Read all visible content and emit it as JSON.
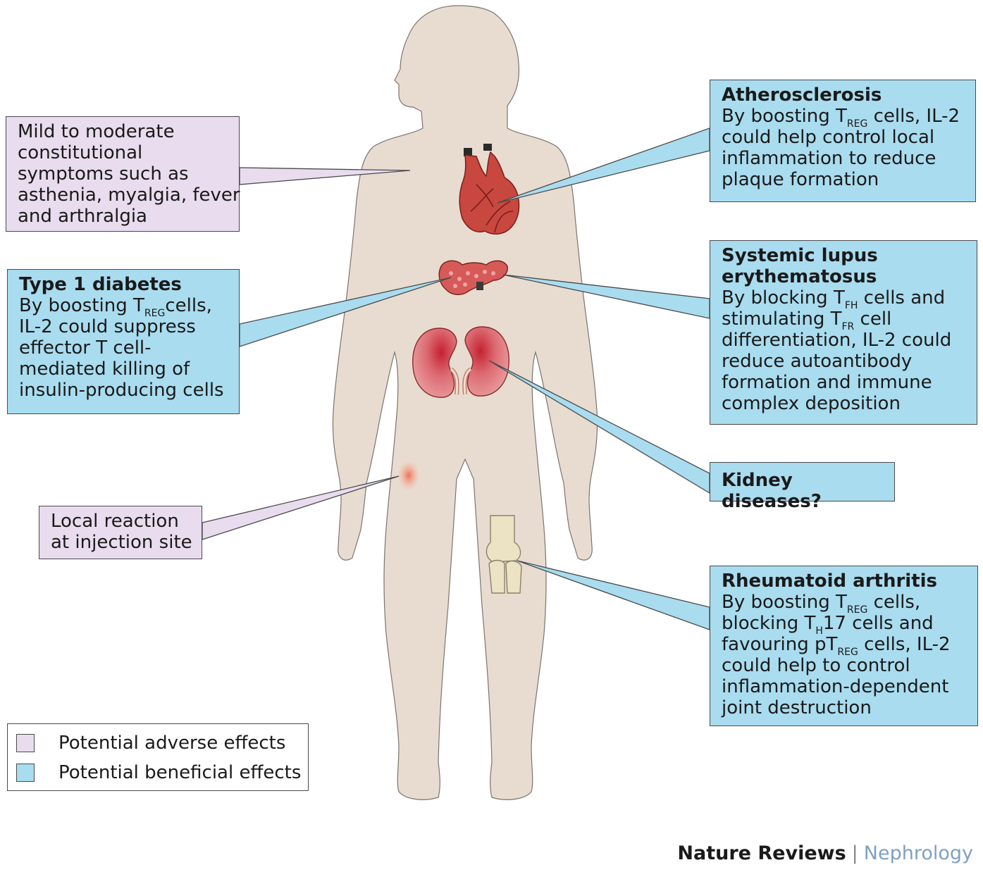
{
  "colors": {
    "body_fill": "#e8dcd0",
    "adverse_box": "#e8dcee",
    "beneficial_box": "#a9dcef",
    "organ_red": "#c8473f",
    "bone": "#ece2c4",
    "injection": "#f28a70"
  },
  "boxes": {
    "constitutional": {
      "lines": [
        "Mild to moderate",
        "constitutional",
        "symptoms such as",
        "asthenia, myalgia, fever",
        "and arthralgia"
      ]
    },
    "injection": {
      "lines": [
        "Local reaction",
        "at injection site"
      ]
    },
    "diabetes": {
      "title": "Type 1 diabetes",
      "l1_a": "By boosting T",
      "l1_sub": "REG",
      "l1_b": "cells,",
      "l2": "IL-2 could suppress",
      "l3": "effector T cell-",
      "l4": "mediated killing of",
      "l5": "insulin-producing cells"
    },
    "atherosclerosis": {
      "title": "Atherosclerosis",
      "l1_a": "By boosting T",
      "l1_sub": "REG",
      "l1_b": " cells, IL-2",
      "l2": "could help control local",
      "l3": "inflammation to reduce",
      "l4": "plaque formation"
    },
    "lupus": {
      "title_1": "Systemic lupus",
      "title_2": "erythematosus",
      "l1_a": "By blocking T",
      "l1_sub": "FH",
      "l1_b": " cells and",
      "l2_a": "stimulating T",
      "l2_sub": "FR",
      "l2_b": " cell",
      "l3": "differentiation, IL-2 could",
      "l4": "reduce autoantibody",
      "l5": "formation and immune",
      "l6": "complex deposition"
    },
    "kidney": {
      "title": "Kidney diseases?"
    },
    "arthritis": {
      "title": "Rheumatoid arthritis",
      "l1_a": "By boosting T",
      "l1_sub": "REG",
      "l1_b": " cells,",
      "l2_a": "blocking T",
      "l2_sub": "H",
      "l2_b": "17 cells and",
      "l3_a": "favouring pT",
      "l3_sub": "REG",
      "l3_b": " cells, IL-2",
      "l4": "could help to control",
      "l5": "inflammation-dependent",
      "l6": "joint destruction"
    }
  },
  "legend": {
    "adverse": "Potential adverse effects",
    "beneficial": "Potential beneficial effects"
  },
  "footer": {
    "journal": "Nature Reviews",
    "separator": "|",
    "subject": "Nephrology"
  }
}
